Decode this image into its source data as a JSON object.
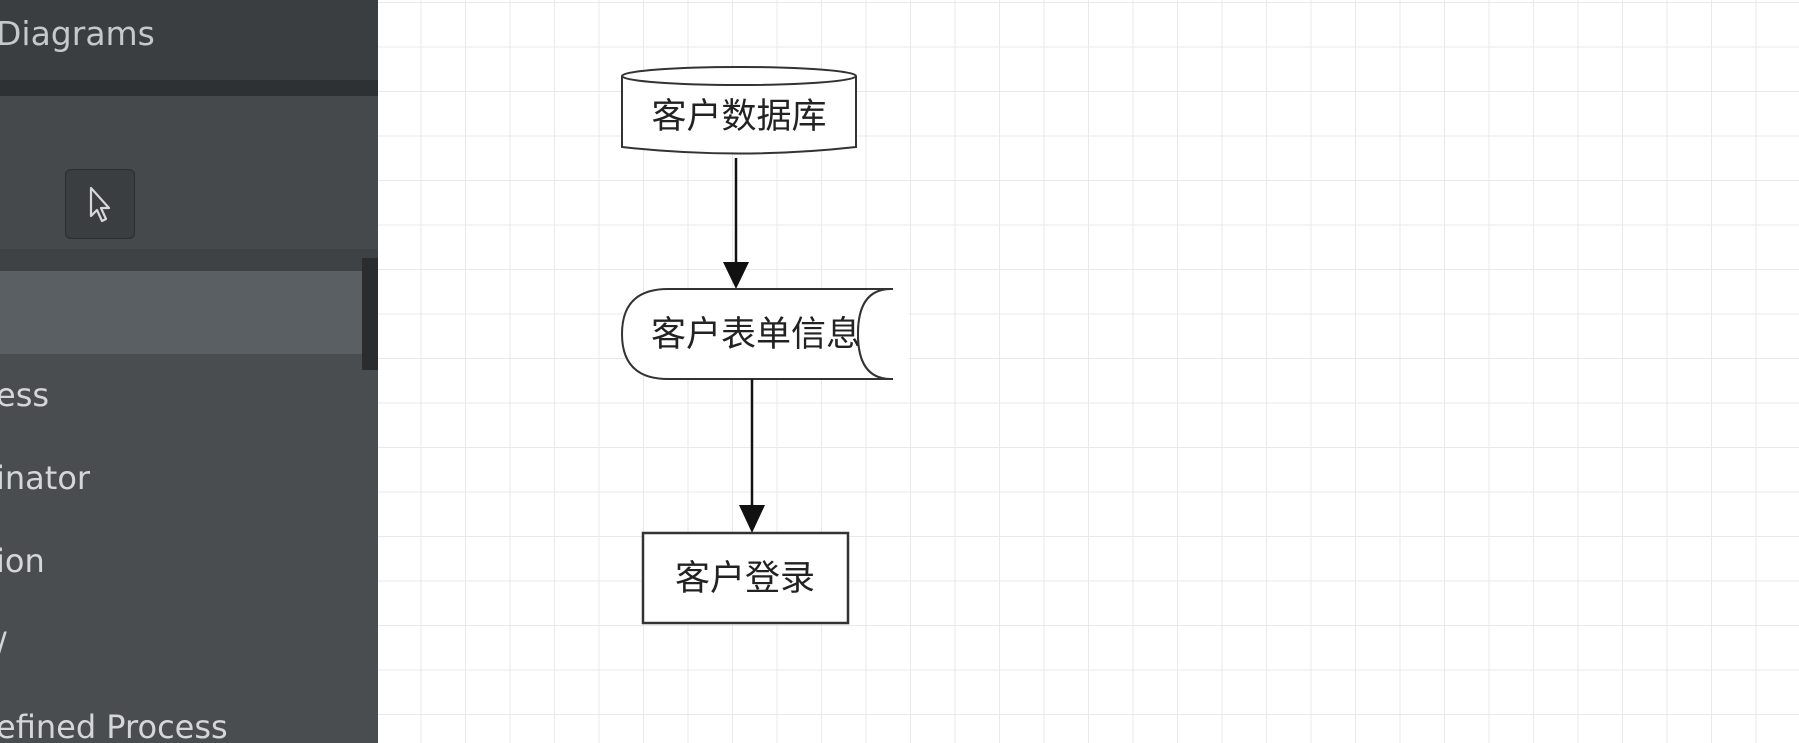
{
  "sidebar": {
    "title": "Diagrams",
    "tools": {
      "pointer_icon": "pointer-arrow-icon"
    },
    "shapes": [
      {
        "label": ""
      },
      {
        "label": "ess"
      },
      {
        "label": "inator"
      },
      {
        "label": "ion"
      },
      {
        "label": "/"
      },
      {
        "label": "efined Process"
      }
    ]
  },
  "diagram": {
    "nodes": {
      "database": "客户数据库",
      "form_info": "客户表单信息",
      "login": "客户登录"
    }
  }
}
